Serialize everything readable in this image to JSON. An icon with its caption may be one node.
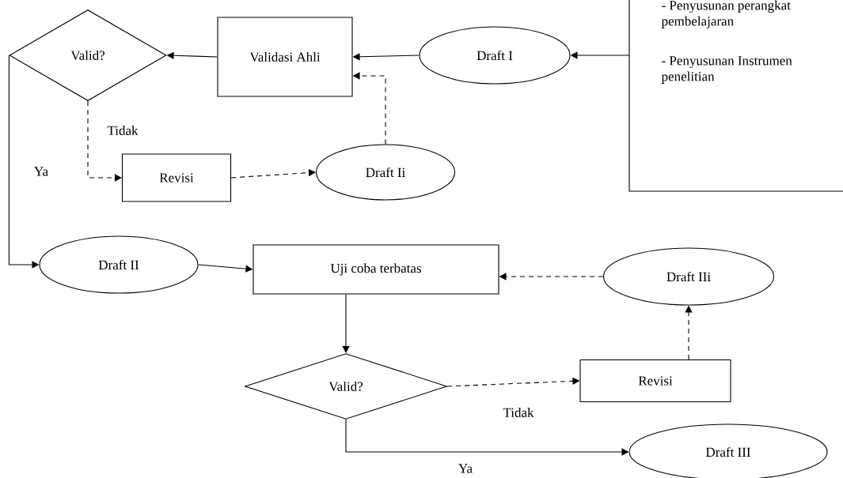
{
  "diagram": {
    "nodes": [
      {
        "text": [
          "- Penyusunan perangkat pembelajaran",
          "- Penyusunan Instrumen penelitian"
        ]
      },
      {
        "text": [
          "Draft I"
        ]
      },
      {
        "text": [
          "Validasi Ahli"
        ]
      },
      {
        "text": [
          "Valid?"
        ]
      },
      {
        "text": [
          "Revisi"
        ]
      },
      {
        "text": [
          "Draft Ii"
        ]
      },
      {
        "text": [
          "Draft II"
        ]
      },
      {
        "text": [
          "Uji coba terbatas"
        ]
      },
      {
        "text": [
          "Draft IIi"
        ]
      },
      {
        "text": [
          "Valid?"
        ]
      },
      {
        "text": [
          "Revisi"
        ]
      },
      {
        "text": [
          "Draft III"
        ]
      }
    ],
    "edges": [
      {
        "from": 0,
        "to": 1,
        "arrow": "to"
      },
      {
        "from": 1,
        "to": 2,
        "arrow": "to"
      },
      {
        "from": 2,
        "to": 3,
        "arrow": "to"
      },
      {
        "from": 3,
        "to": 4,
        "arrow": "to",
        "style": "dashed",
        "label": "Tidak"
      },
      {
        "from": 4,
        "to": 5,
        "arrow": "to",
        "style": "dashed"
      },
      {
        "from": 5,
        "to": 2,
        "arrow": "to",
        "style": "dashed"
      },
      {
        "from": 3,
        "to": 6,
        "arrow": "to",
        "label": "Ya"
      },
      {
        "from": 6,
        "to": 7,
        "arrow": "to"
      },
      {
        "from": 7,
        "to": 9,
        "arrow": "to"
      },
      {
        "from": 9,
        "to": 10,
        "arrow": "to",
        "style": "dashed",
        "label": "Tidak"
      },
      {
        "from": 10,
        "to": 8,
        "arrow": "to",
        "style": "dashed"
      },
      {
        "from": 8,
        "to": 7,
        "arrow": "to",
        "style": "dashed"
      },
      {
        "from": 9,
        "to": 11,
        "arrow": "to",
        "label": "Ya"
      }
    ]
  }
}
